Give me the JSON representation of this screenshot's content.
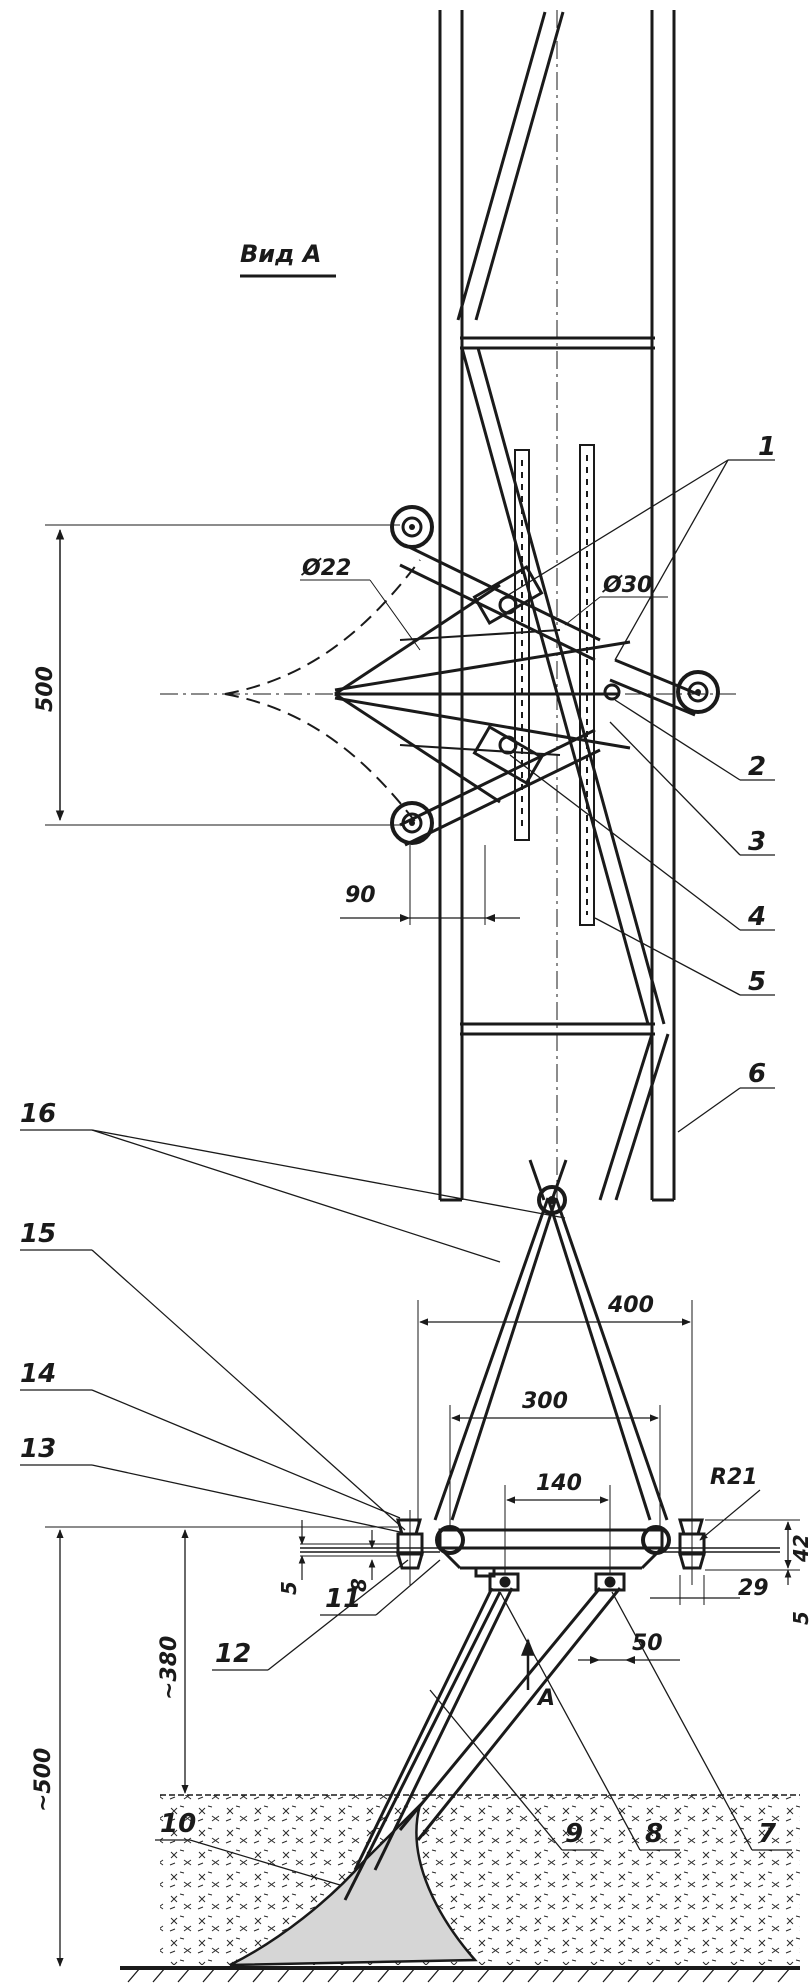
{
  "view_label": "Вид А",
  "top_dimensions": {
    "width_500": "500",
    "diam_22": "Ø22",
    "diam_30": "Ø30",
    "offset_90": "90"
  },
  "bottom_dimensions": {
    "d400": "400",
    "d300": "300",
    "d140": "140",
    "r21": "R21",
    "d42": "42",
    "d5a": "5",
    "d8": "8",
    "d29": "29",
    "d5b": "5",
    "d50": "50",
    "d380": "~380",
    "d500": "~500"
  },
  "arrow_label": "A",
  "callouts": [
    "1",
    "2",
    "3",
    "4",
    "5",
    "6",
    "7",
    "8",
    "9",
    "10",
    "11",
    "12",
    "13",
    "14",
    "15",
    "16"
  ]
}
